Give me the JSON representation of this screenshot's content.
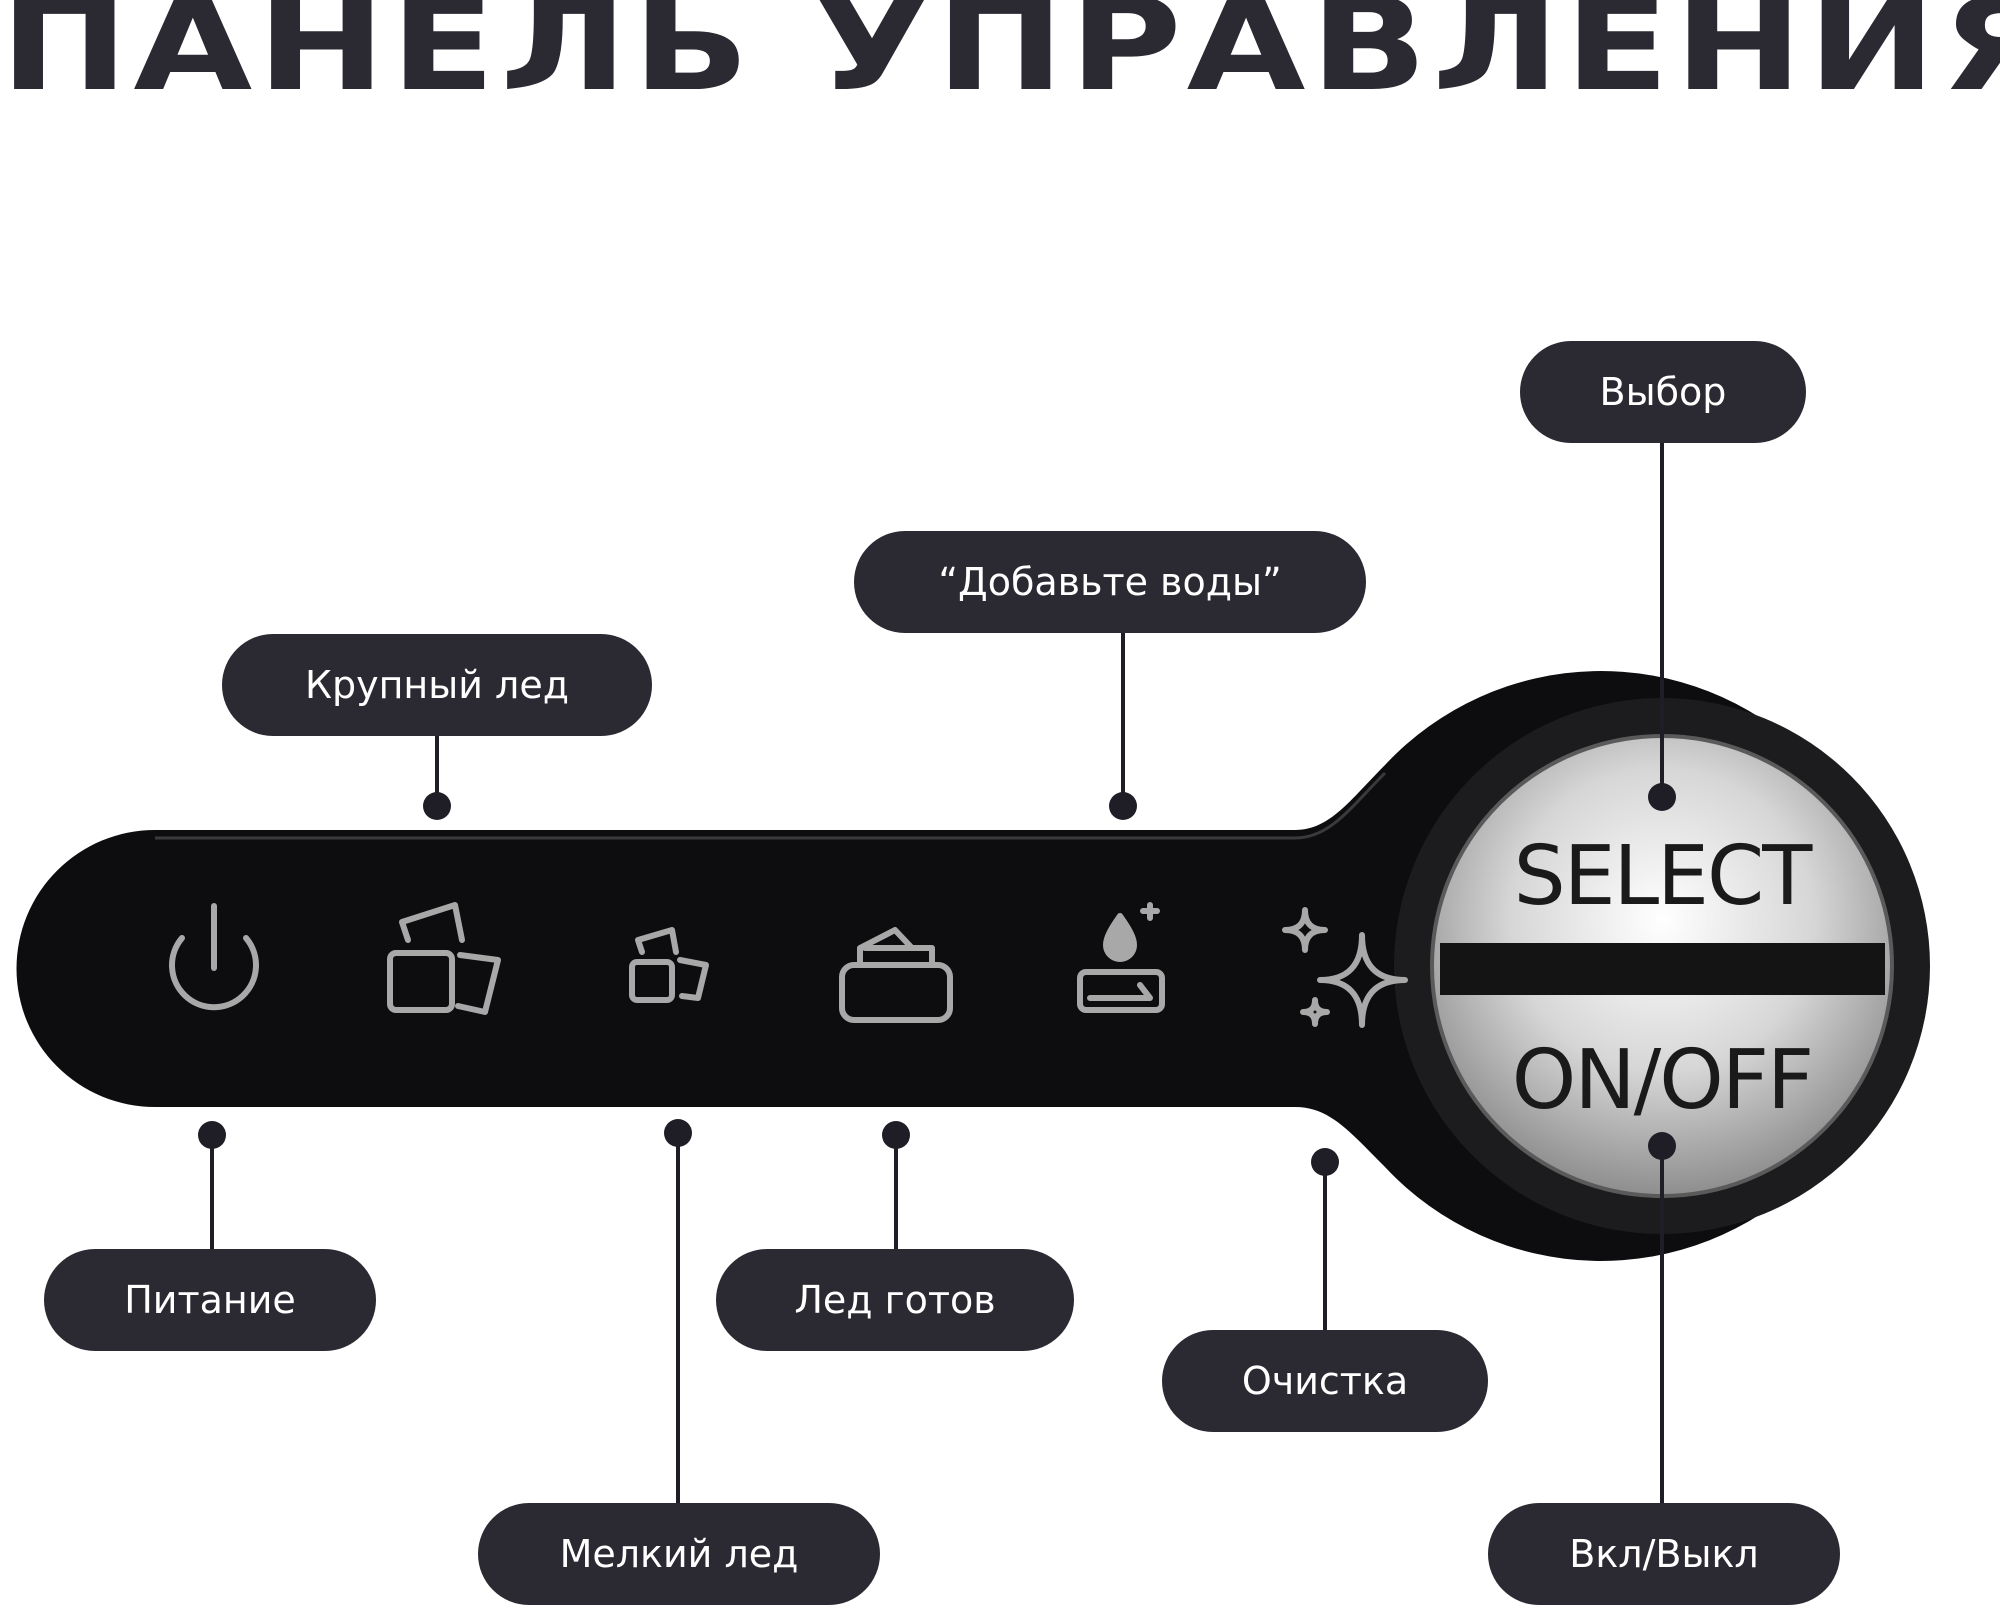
{
  "title": "ПАНЕЛЬ УПРАВЛЕНИЯ",
  "labels": {
    "select": "Выбор",
    "add_water": "“Добавьте воды”",
    "large_ice": "Крупный лед",
    "power": "Питание",
    "ice_ready": "Лед готов",
    "cleaning": "Очистка",
    "small_ice": "Мелкий лед",
    "on_off": "Вкл/Выкл"
  },
  "button": {
    "select_text": "SELECT",
    "onoff_text": "ON/OFF"
  },
  "icons": [
    "power-icon",
    "large-ice-icon",
    "small-ice-icon",
    "ice-ready-icon",
    "add-water-icon",
    "cleaning-icon"
  ],
  "colors": {
    "label_bg": "#2b2a33",
    "panel": "#000000",
    "ring": "#1c1c1e",
    "icon_stroke": "#a8a8a8"
  }
}
